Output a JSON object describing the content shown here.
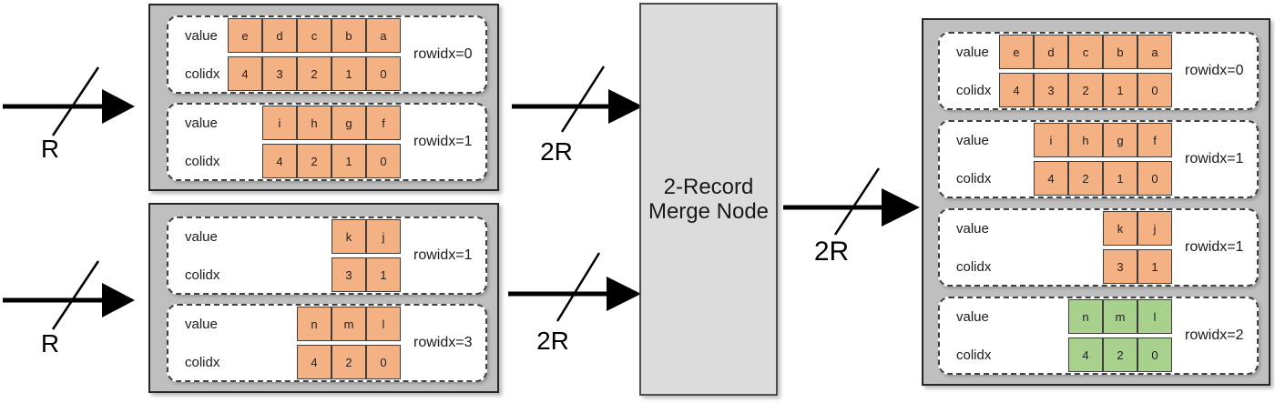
{
  "colors": {
    "cell_orange": "#f4b183",
    "cell_green": "#a9d18e",
    "cell_border": "#3d3d3d",
    "box_fill": "#bfbfbf",
    "box_border": "#262626",
    "node_fill": "#dcdcdc",
    "node_border": "#4d4d4d",
    "record_border": "#404040",
    "arrow": "#000000",
    "text": "#1a1a1a"
  },
  "merge_node": {
    "line1": "2-Record",
    "line2": "Merge Node"
  },
  "bus_labels": {
    "input_top": "R",
    "input_bottom": "R",
    "mid_top": "2R",
    "mid_bottom": "2R",
    "output": "2R"
  },
  "input_top_box": {
    "records": [
      {
        "value_label": "value",
        "colidx_label": "colidx",
        "rowidx_label": "rowidx=0",
        "color": "orange",
        "cells": [
          {
            "v": "e",
            "c": "4"
          },
          {
            "v": "d",
            "c": "3"
          },
          {
            "v": "c",
            "c": "2"
          },
          {
            "v": "b",
            "c": "1"
          },
          {
            "v": "a",
            "c": "0"
          }
        ]
      },
      {
        "value_label": "value",
        "colidx_label": "colidx",
        "rowidx_label": "rowidx=1",
        "color": "orange",
        "cells": [
          {
            "v": "i",
            "c": "4"
          },
          {
            "v": "h",
            "c": "2"
          },
          {
            "v": "g",
            "c": "1"
          },
          {
            "v": "f",
            "c": "0"
          }
        ]
      }
    ]
  },
  "input_bottom_box": {
    "records": [
      {
        "value_label": "value",
        "colidx_label": "colidx",
        "rowidx_label": "rowidx=1",
        "color": "orange",
        "cells": [
          {
            "v": "k",
            "c": "3"
          },
          {
            "v": "j",
            "c": "1"
          }
        ]
      },
      {
        "value_label": "value",
        "colidx_label": "colidx",
        "rowidx_label": "rowidx=3",
        "color": "orange",
        "cells": [
          {
            "v": "n",
            "c": "4"
          },
          {
            "v": "m",
            "c": "2"
          },
          {
            "v": "l",
            "c": "0"
          }
        ]
      }
    ]
  },
  "output_box": {
    "records": [
      {
        "value_label": "value",
        "colidx_label": "colidx",
        "rowidx_label": "rowidx=0",
        "color": "orange",
        "cells": [
          {
            "v": "e",
            "c": "4"
          },
          {
            "v": "d",
            "c": "3"
          },
          {
            "v": "c",
            "c": "2"
          },
          {
            "v": "b",
            "c": "1"
          },
          {
            "v": "a",
            "c": "0"
          }
        ]
      },
      {
        "value_label": "value",
        "colidx_label": "colidx",
        "rowidx_label": "rowidx=1",
        "color": "orange",
        "cells": [
          {
            "v": "i",
            "c": "4"
          },
          {
            "v": "h",
            "c": "2"
          },
          {
            "v": "g",
            "c": "1"
          },
          {
            "v": "f",
            "c": "0"
          }
        ]
      },
      {
        "value_label": "value",
        "colidx_label": "colidx",
        "rowidx_label": "rowidx=1",
        "color": "orange",
        "cells": [
          {
            "v": "k",
            "c": "3"
          },
          {
            "v": "j",
            "c": "1"
          }
        ]
      },
      {
        "value_label": "value",
        "colidx_label": "colidx",
        "rowidx_label": "rowidx=2",
        "color": "green",
        "cells": [
          {
            "v": "n",
            "c": "4"
          },
          {
            "v": "m",
            "c": "2"
          },
          {
            "v": "l",
            "c": "0"
          }
        ]
      }
    ]
  }
}
